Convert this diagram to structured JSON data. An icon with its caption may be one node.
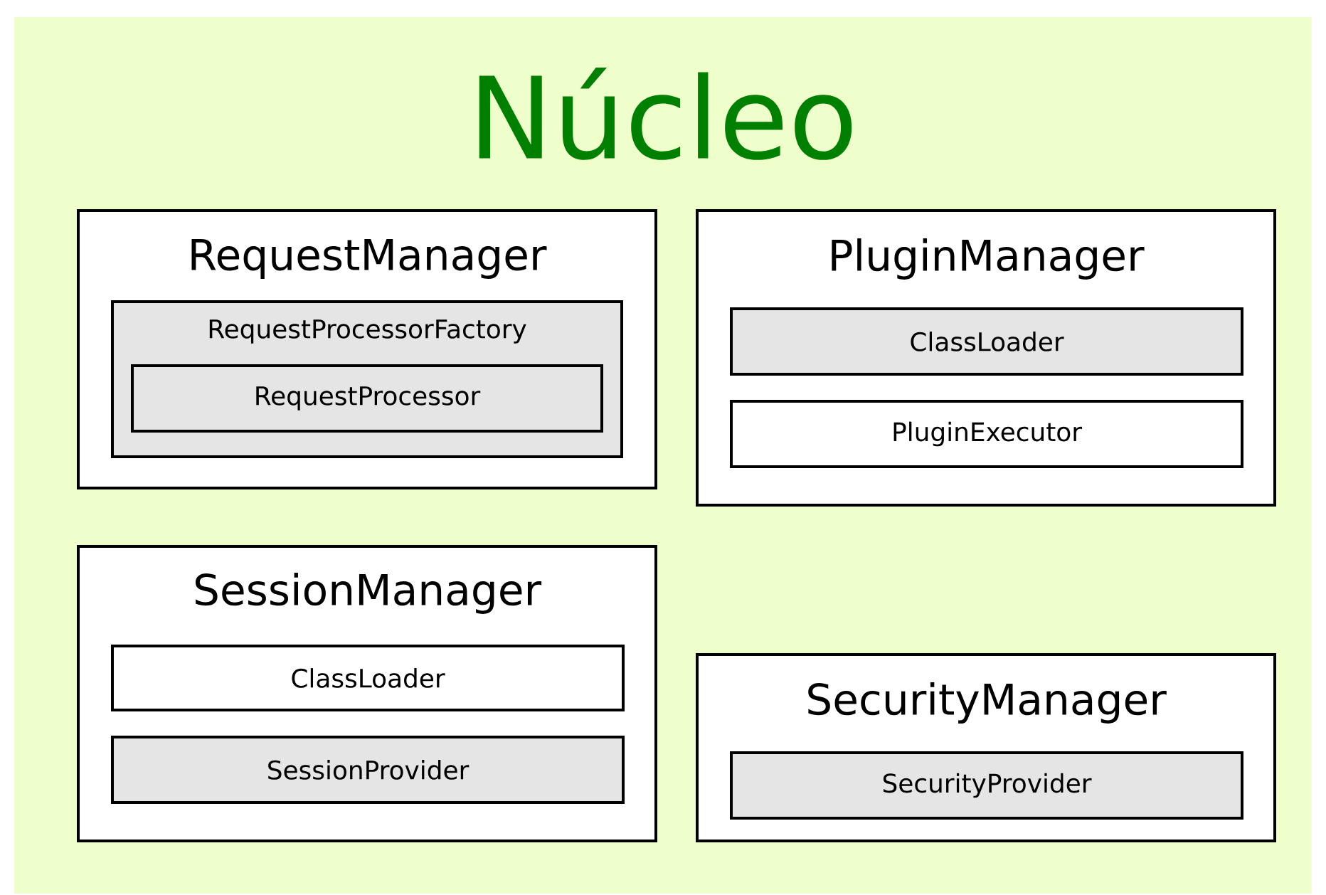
{
  "diagram": {
    "nodes": [
      {
        "text": [
          "Núcleo"
        ]
      },
      {
        "text": [
          "RequestManager"
        ],
        "in": 0
      },
      {
        "text": [
          "RequestProcessorFactory"
        ],
        "in": 1
      },
      {
        "text": [
          "RequestProcessor"
        ],
        "in": 2
      },
      {
        "text": [
          "PluginManager"
        ],
        "in": 0
      },
      {
        "text": [
          "ClassLoader"
        ],
        "in": 4
      },
      {
        "text": [
          "PluginExecutor"
        ],
        "in": 4
      },
      {
        "text": [
          "SessionManager"
        ],
        "in": 0
      },
      {
        "text": [
          "ClassLoader"
        ],
        "in": 7
      },
      {
        "text": [
          "SessionProvider"
        ],
        "in": 7
      },
      {
        "text": [
          "SecurityManager"
        ],
        "in": 0
      },
      {
        "text": [
          "SecurityProvider"
        ],
        "in": 10
      }
    ]
  }
}
